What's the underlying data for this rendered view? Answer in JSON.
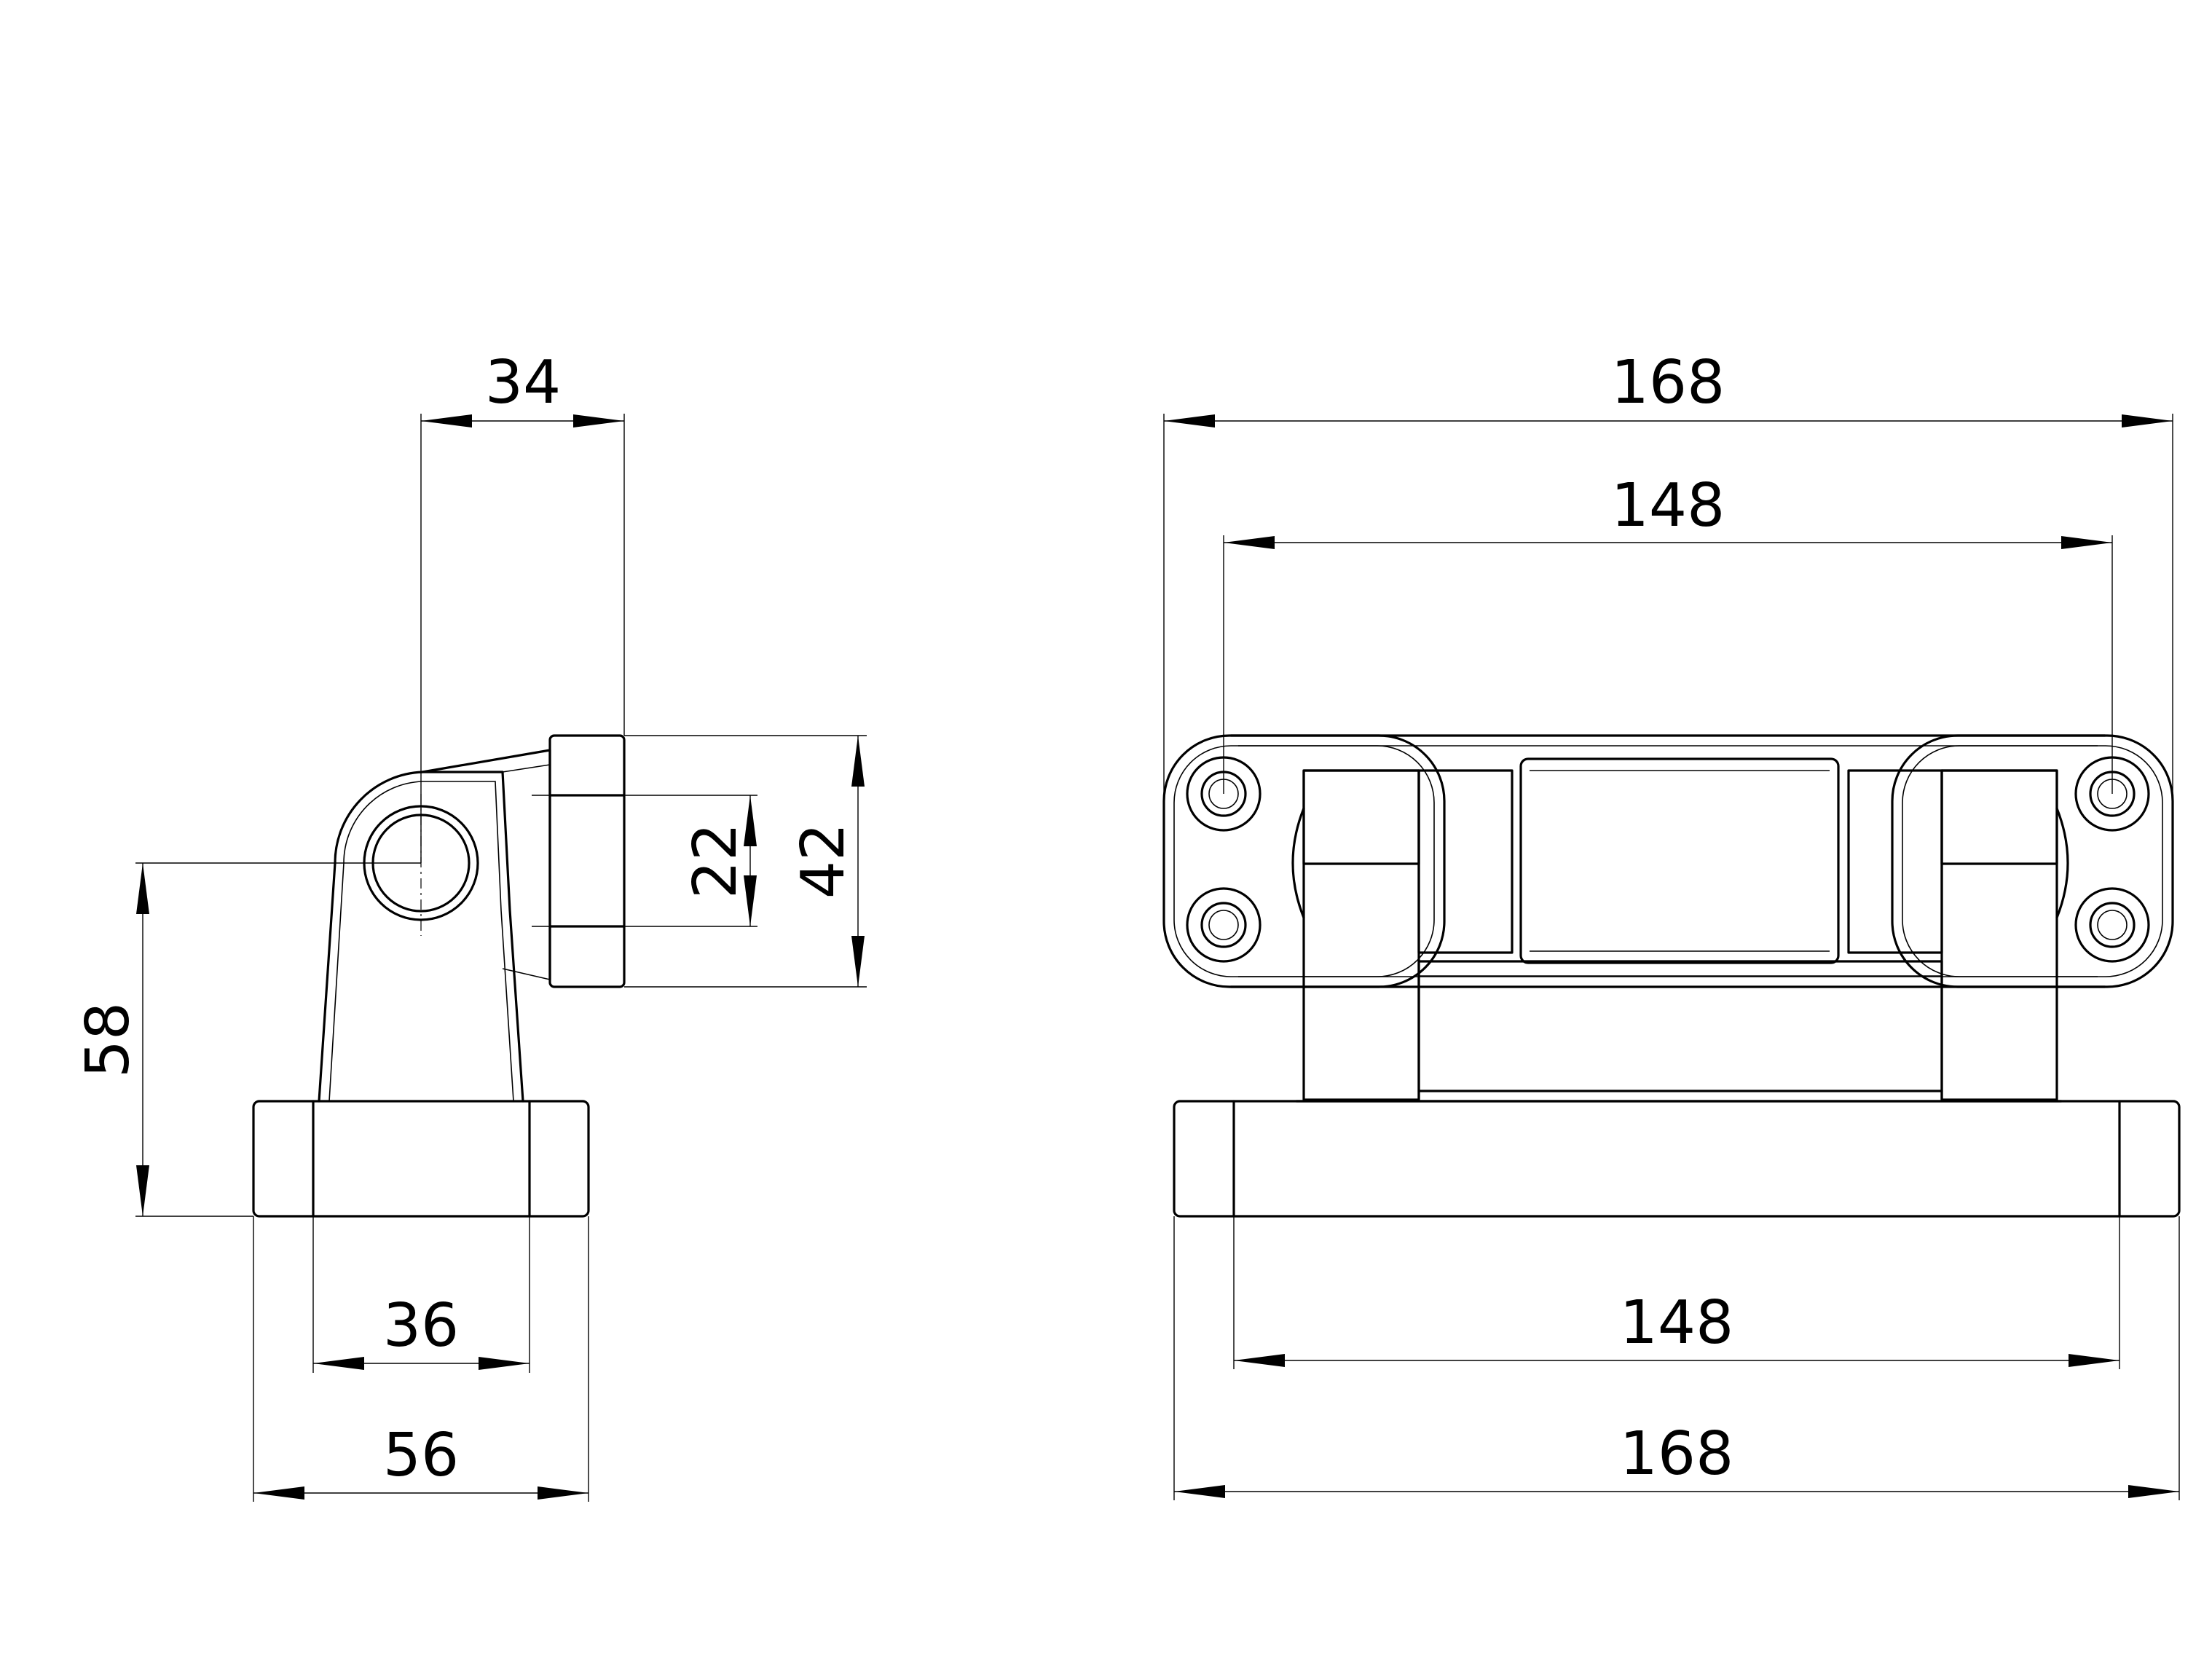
{
  "side_view": {
    "dim_top": "34",
    "dim_inner_height": "22",
    "dim_outer_height": "42",
    "dim_overall_height": "58",
    "dim_base_inner": "36",
    "dim_base_outer": "56"
  },
  "front_view": {
    "dim_top_outer": "168",
    "dim_top_inner": "148",
    "dim_bottom_inner": "148",
    "dim_bottom_outer": "168"
  }
}
